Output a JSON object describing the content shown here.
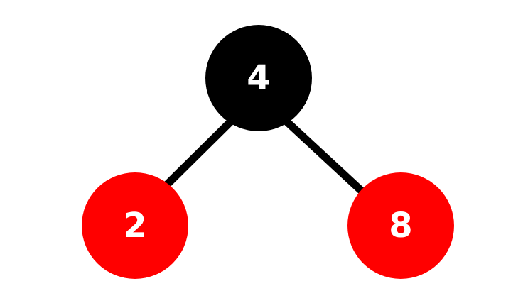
{
  "diagram": {
    "type": "binary-tree",
    "nodes": [
      {
        "id": "root",
        "label": "4",
        "color": "#000000"
      },
      {
        "id": "left",
        "label": "2",
        "color": "#ff0000"
      },
      {
        "id": "right",
        "label": "8",
        "color": "#ff0000"
      }
    ],
    "edges": [
      {
        "from": "root",
        "to": "left"
      },
      {
        "from": "root",
        "to": "right"
      }
    ],
    "label_color": "#ffffff",
    "edge_color": "#000000"
  }
}
